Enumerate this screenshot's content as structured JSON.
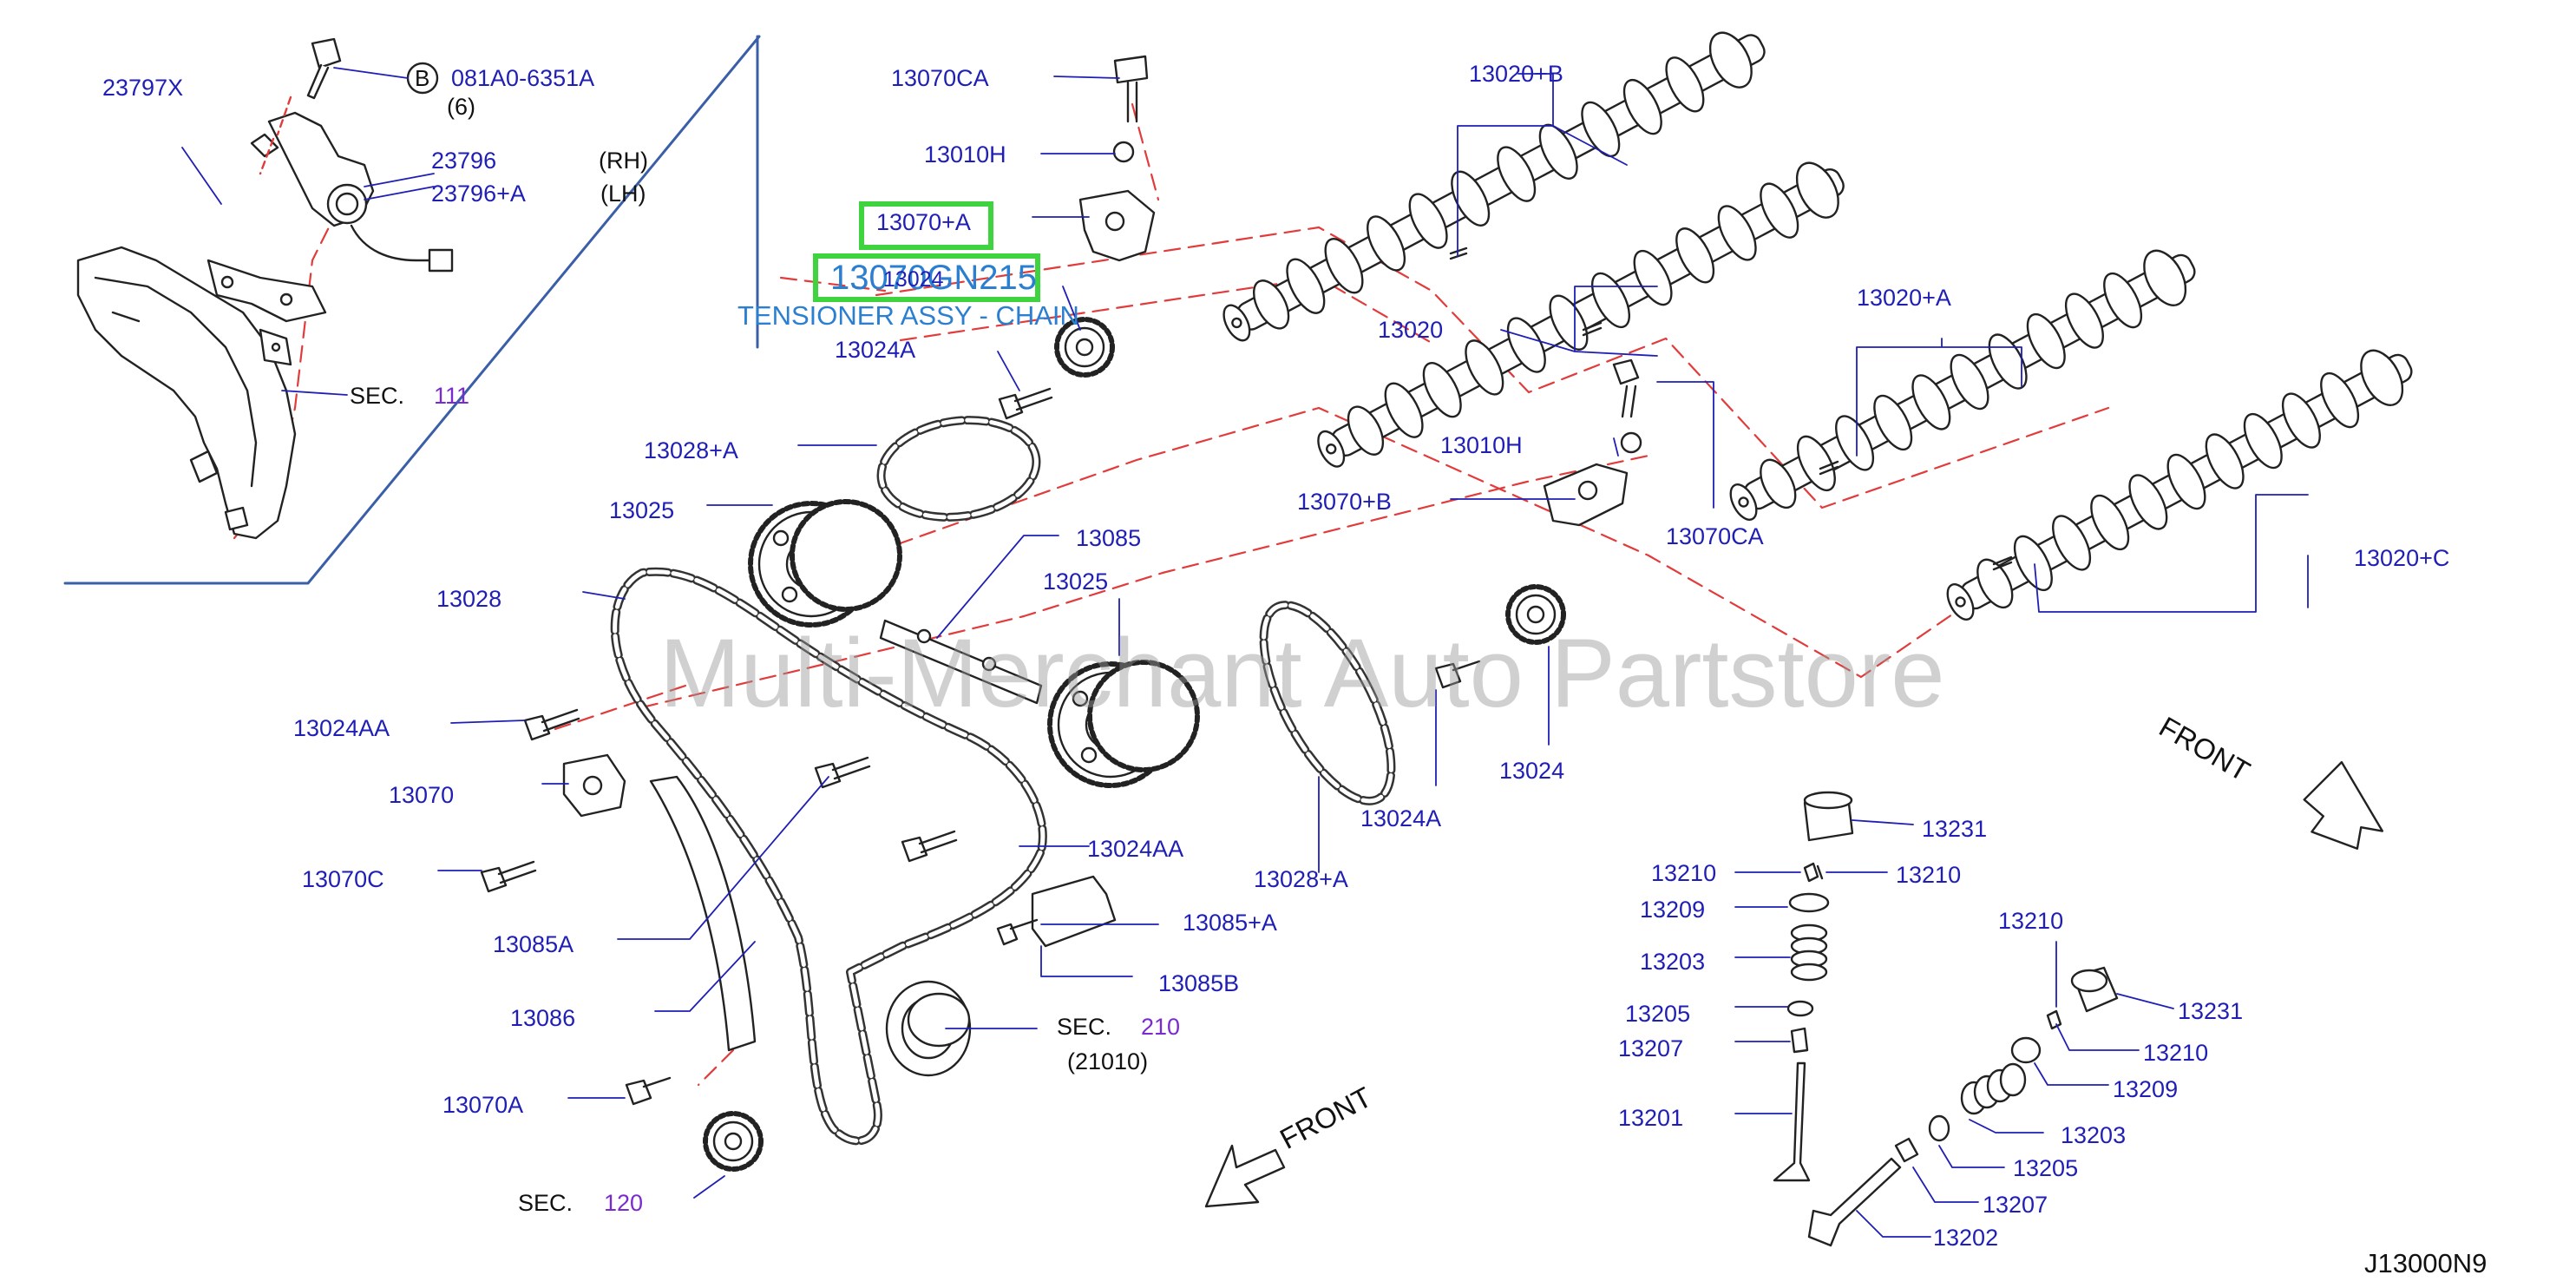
{
  "diagram": {
    "code": "J13000N9",
    "watermark": "Multi-Merchant Auto Partstore",
    "front_label": "FRONT",
    "bolt_marker": "B",
    "highlight": {
      "box1": "13070+A",
      "box2": "13070GN215",
      "box2_under": "13024",
      "tooltip": "TENSIONER ASSY - CHAIN"
    },
    "labels": {
      "p23797X": "23797X",
      "p081A0": "081A0-6351A",
      "p081A0_qty": "(6)",
      "p23796": "23796",
      "p23796_rh": "(RH)",
      "p23796A": "23796+A",
      "p23796A_lh": "(LH)",
      "sec111_prefix": "SEC.",
      "sec111_num": "111",
      "p13070CA_top": "13070CA",
      "p13010H_top": "13010H",
      "p13024A_top": "13024A",
      "p13028A_top": "13028+A",
      "p13025_left": "13025",
      "p13085": "13085",
      "p13025_mid": "13025",
      "p13028": "13028",
      "p13024AA_left": "13024AA",
      "p13070": "13070",
      "p13070C": "13070C",
      "p13085A": "13085A",
      "p13086": "13086",
      "p13070A": "13070A",
      "sec120_prefix": "SEC.",
      "sec120_num": "120",
      "p13024AA_mid": "13024AA",
      "p13085A_plus": "13085+A",
      "p13085B": "13085B",
      "sec210_prefix": "SEC.",
      "sec210_num": "210",
      "sec210_sub": "(21010)",
      "p13020B": "13020+B",
      "p13020": "13020",
      "p13010H_mid": "13010H",
      "p13070B": "13070+B",
      "p13070CA_mid": "13070CA",
      "p13020A": "13020+A",
      "p13020C": "13020+C",
      "p13024A_mid": "13024A",
      "p13024": "13024",
      "p13028A_mid": "13028+A",
      "p13231_a": "13231",
      "p13210_a": "13210",
      "p13210_b": "13210",
      "p13209_a": "13209",
      "p13203_a": "13203",
      "p13205_a": "13205",
      "p13207_a": "13207",
      "p13201": "13201",
      "p13210_c": "13210",
      "p13231_b": "13231",
      "p13210_d": "13210",
      "p13209_b": "13209",
      "p13203_b": "13203",
      "p13205_b": "13205",
      "p13207_b": "13207",
      "p13202": "13202"
    },
    "colors": {
      "label_blue": "#1f1fb5",
      "section_purple": "#7a2bd0",
      "highlight_green": "#3fd33f",
      "tooltip_blue": "#2a7fd0",
      "dashed_red": "#e23b3b",
      "frame_blue": "#3a5fa8"
    }
  }
}
